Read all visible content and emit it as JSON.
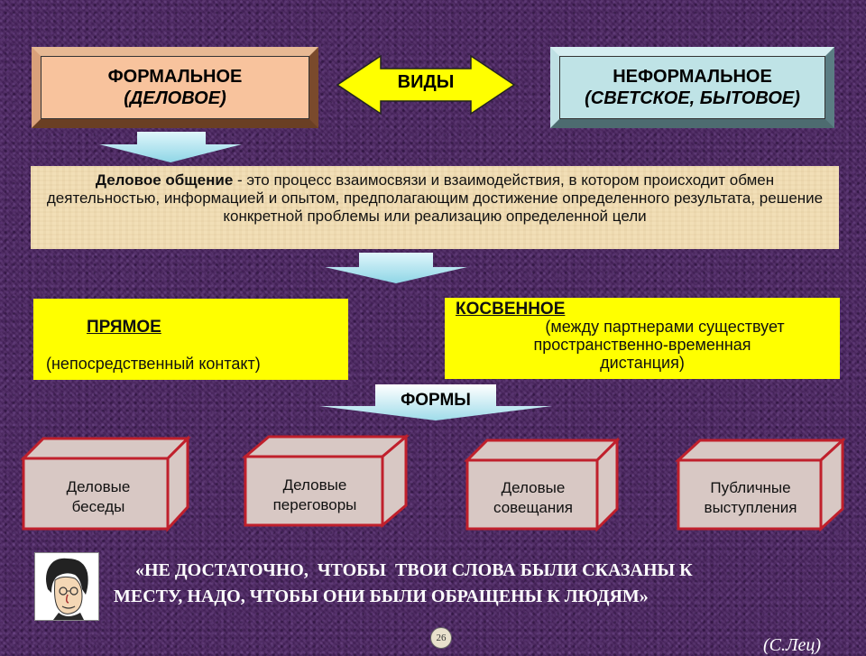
{
  "top_boxes": {
    "formal": {
      "title": "ФОРМАЛЬНОЕ",
      "subtitle": "(ДЕЛОВОЕ)"
    },
    "types_label": "ВИДЫ",
    "informal": {
      "title": "НЕФОРМАЛЬНОЕ",
      "subtitle": "(СВЕТСКОЕ, БЫТОВОЕ)"
    }
  },
  "definition": {
    "term": "Деловое общение",
    "text": " - это процесс взаимосвязи и взаимодействия, в котором происходит обмен деятельностью, информацией и опытом, предполагающим достижение определенного результата, решение конкретной проблемы или реализацию определенной цели"
  },
  "direct": {
    "title": "ПРЯМОЕ ",
    "desc": "(непосредственный контакт)"
  },
  "indirect": {
    "title": "КОСВЕННОЕ ",
    "desc_line1": "(между партнерами существует",
    "desc_line2": "пространственно-временная",
    "desc_line3": "дистанция)"
  },
  "forms_label": "ФОРМЫ",
  "forms": [
    {
      "line1": "Деловые",
      "line2": "беседы"
    },
    {
      "line1": "Деловые",
      "line2": "переговоры"
    },
    {
      "line1": "Деловые",
      "line2": "совещания"
    },
    {
      "line1": "Публичные",
      "line2": "выступления"
    }
  ],
  "quote": {
    "line1": "«НЕ ДОСТАТОЧНО,  ЧТОБЫ  ТВОИ СЛОВА БЫЛИ СКАЗАНЫ К",
    "line2": "МЕСТУ, НАДО, ЧТОБЫ ОНИ БЫЛИ ОБРАЩЕНЫ К ЛЮДЯМ»",
    "author": "(С.Лец)"
  },
  "page_number": "26",
  "colors": {
    "background": "#4a2460",
    "yellow": "#ffff00",
    "formal_face": "#f8c39d",
    "informal_face": "#bfe3e6",
    "cube_face": "#d8c8c4",
    "cube_border": "#c0202c"
  }
}
